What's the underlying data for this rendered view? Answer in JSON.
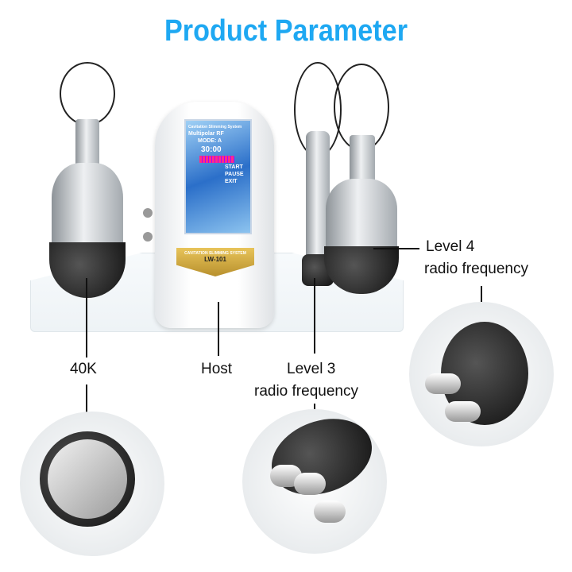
{
  "title": "Product Parameter",
  "device": {
    "screen_header": "Cavitation Slimming System",
    "screen_mode_title": "Multipolar RF",
    "mode": "MODE: A",
    "timer": "30:00",
    "buttons": [
      "START",
      "PAUSE",
      "EXIT"
    ],
    "badge_top": "CAVITATION SLIMMING SYSTEM",
    "badge_model": "LW-101"
  },
  "labels": {
    "cavitation": "40K",
    "host": "Host",
    "level3_line1": "Level 3",
    "level3_line2": "radio frequency",
    "level4_line1": "Level 4",
    "level4_line2": "radio frequency"
  },
  "colors": {
    "title": "#1ea8f2",
    "screen": "#2b6fc9",
    "badge": "#d4ad45"
  }
}
